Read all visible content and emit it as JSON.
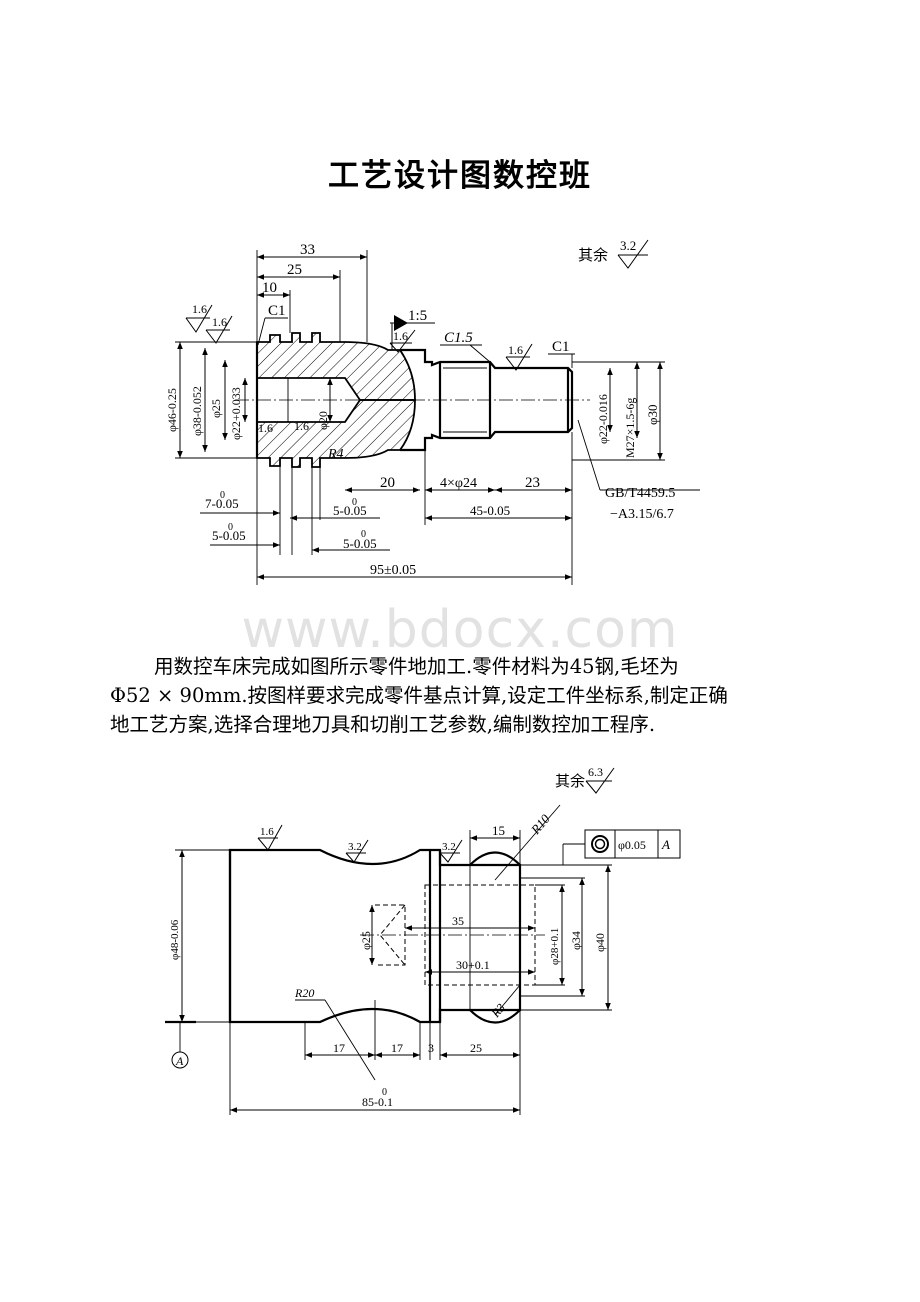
{
  "title": "工艺设计图数控班",
  "watermark": "www.bdocx.com",
  "paragraph": {
    "line1": "用数控车床完成如图所示零件地加工.零件材料为45钢,毛坯为",
    "line2": "Φ52 × 90mm.按图样要求完成零件基点计算,设定工件坐标系,制定正确",
    "line3": "地工艺方案,选择合理地刀具和切削工艺参数,编制数控加工程序."
  },
  "drawing1": {
    "rest_label": "其余",
    "rest_roughness": "3.2",
    "d33": "33",
    "d25": "25",
    "d10": "10",
    "r16a": "1.6",
    "r16b": "1.6",
    "r16c": "1.6",
    "r16d": "1.6",
    "r16e": "1.6",
    "r16f": "1.6",
    "c1a": "C1",
    "c15": "C1.5",
    "c1b": "C1",
    "taper": "1:5",
    "phi46": "φ46-0.25",
    "phi38": "φ38-0.052",
    "phi25": "φ25",
    "phi22tol": "φ22+0.033",
    "phi20": "φ20",
    "r4": "R4",
    "phi22b": "φ22-0.016",
    "m27": "M27×1.5-6g",
    "phi30": "φ30",
    "d20": "20",
    "d4x24": "4×φ24",
    "d23": "23",
    "gb1": "GB/T4459.5",
    "gb2": "−A3.15/6.7",
    "d7": "7-0.05",
    "d5a": "5-0.05",
    "d5b": "5-0.05",
    "d5c": "5-0.05",
    "d45": "45-0.05",
    "d95": "95±0.05",
    "zero": "0"
  },
  "drawing2": {
    "rest_label": "其余",
    "rest_roughness": "6.3",
    "r16": "1.6",
    "r32a": "3.2",
    "r32b": "3.2",
    "d15": "15",
    "r10": "R10",
    "tol_value": "φ0.05",
    "tol_datum": "A",
    "phi48": "φ48-0.06",
    "phi25": "φ25",
    "d35": "35",
    "d30": "30+0.1",
    "phi28": "φ28+0.1",
    "phi34": "φ34",
    "phi40": "φ40",
    "r20": "R20",
    "r3": "R3",
    "d17a": "17",
    "d17b": "17",
    "d3": "3",
    "d25": "25",
    "d85": "85-0.1",
    "datum": "A",
    "zero": "0"
  }
}
